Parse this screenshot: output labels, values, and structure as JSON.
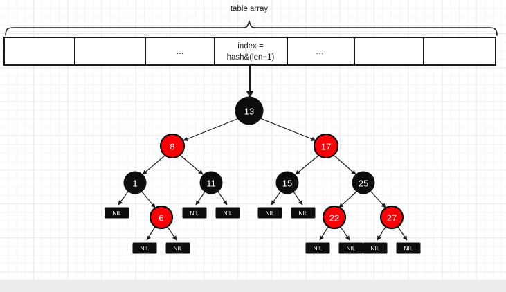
{
  "diagram": {
    "title_caption": "table array",
    "colors": {
      "red_node": "#fb0007",
      "black_node": "#0d0d0d",
      "node_text": "#ffffff",
      "line": "#1a1a1a",
      "canvas": "#ffffff",
      "grid_minor": "#f4f4f4",
      "grid_major": "#e8e8e8",
      "bottom_bar": "#ededed"
    },
    "table_array": {
      "label": "table array",
      "cells": [
        {
          "id": "cell-0",
          "text": ""
        },
        {
          "id": "cell-1",
          "text": ""
        },
        {
          "id": "cell-2",
          "text": "…"
        },
        {
          "id": "cell-3",
          "line1": "index =",
          "line2": "hash&(len−1)"
        },
        {
          "id": "cell-4",
          "text": "…"
        },
        {
          "id": "cell-5",
          "text": ""
        },
        {
          "id": "cell-6",
          "text": ""
        }
      ],
      "index_cell_line1": "index =",
      "index_cell_line2": "hash&(len−1)"
    },
    "tree": {
      "nil_label": "NIL",
      "nodes": [
        {
          "id": "n13",
          "label": "13",
          "color": "black",
          "level": 0
        },
        {
          "id": "n8",
          "label": "8",
          "color": "red",
          "level": 1
        },
        {
          "id": "n17",
          "label": "17",
          "color": "red",
          "level": 1
        },
        {
          "id": "n1",
          "label": "1",
          "color": "black",
          "level": 2
        },
        {
          "id": "n11",
          "label": "11",
          "color": "black",
          "level": 2
        },
        {
          "id": "n15",
          "label": "15",
          "color": "black",
          "level": 2
        },
        {
          "id": "n25",
          "label": "25",
          "color": "black",
          "level": 2
        },
        {
          "id": "n6",
          "label": "6",
          "color": "red",
          "level": 3
        },
        {
          "id": "n22",
          "label": "22",
          "color": "red",
          "level": 3
        },
        {
          "id": "n27",
          "label": "27",
          "color": "red",
          "level": 3
        }
      ],
      "edges": [
        {
          "from": "n13",
          "to": "n8"
        },
        {
          "from": "n13",
          "to": "n17"
        },
        {
          "from": "n8",
          "to": "n1"
        },
        {
          "from": "n8",
          "to": "n11"
        },
        {
          "from": "n17",
          "to": "n15"
        },
        {
          "from": "n17",
          "to": "n25"
        },
        {
          "from": "n1",
          "to": "nil1"
        },
        {
          "from": "n1",
          "to": "n6"
        },
        {
          "from": "n11",
          "to": "nil2"
        },
        {
          "from": "n11",
          "to": "nil3"
        },
        {
          "from": "n15",
          "to": "nil4"
        },
        {
          "from": "n15",
          "to": "nil5"
        },
        {
          "from": "n25",
          "to": "n22"
        },
        {
          "from": "n25",
          "to": "n27"
        },
        {
          "from": "n6",
          "to": "nil6"
        },
        {
          "from": "n6",
          "to": "nil7"
        },
        {
          "from": "n22",
          "to": "nil8"
        },
        {
          "from": "n22",
          "to": "nil9"
        },
        {
          "from": "n27",
          "to": "nil10"
        },
        {
          "from": "n27",
          "to": "nil11"
        }
      ],
      "nil_leaves": [
        {
          "id": "nil1",
          "label": "NIL",
          "parent": "n1"
        },
        {
          "id": "nil2",
          "label": "NIL",
          "parent": "n11"
        },
        {
          "id": "nil3",
          "label": "NIL",
          "parent": "n11"
        },
        {
          "id": "nil4",
          "label": "NIL",
          "parent": "n15"
        },
        {
          "id": "nil5",
          "label": "NIL",
          "parent": "n15"
        },
        {
          "id": "nil6",
          "label": "NIL",
          "parent": "n6"
        },
        {
          "id": "nil7",
          "label": "NIL",
          "parent": "n6"
        },
        {
          "id": "nil8",
          "label": "NIL",
          "parent": "n22"
        },
        {
          "id": "nil9",
          "label": "NIL",
          "parent": "n22"
        },
        {
          "id": "nil10",
          "label": "NIL",
          "parent": "n27"
        },
        {
          "id": "nil11",
          "label": "NIL",
          "parent": "n27"
        }
      ]
    }
  }
}
